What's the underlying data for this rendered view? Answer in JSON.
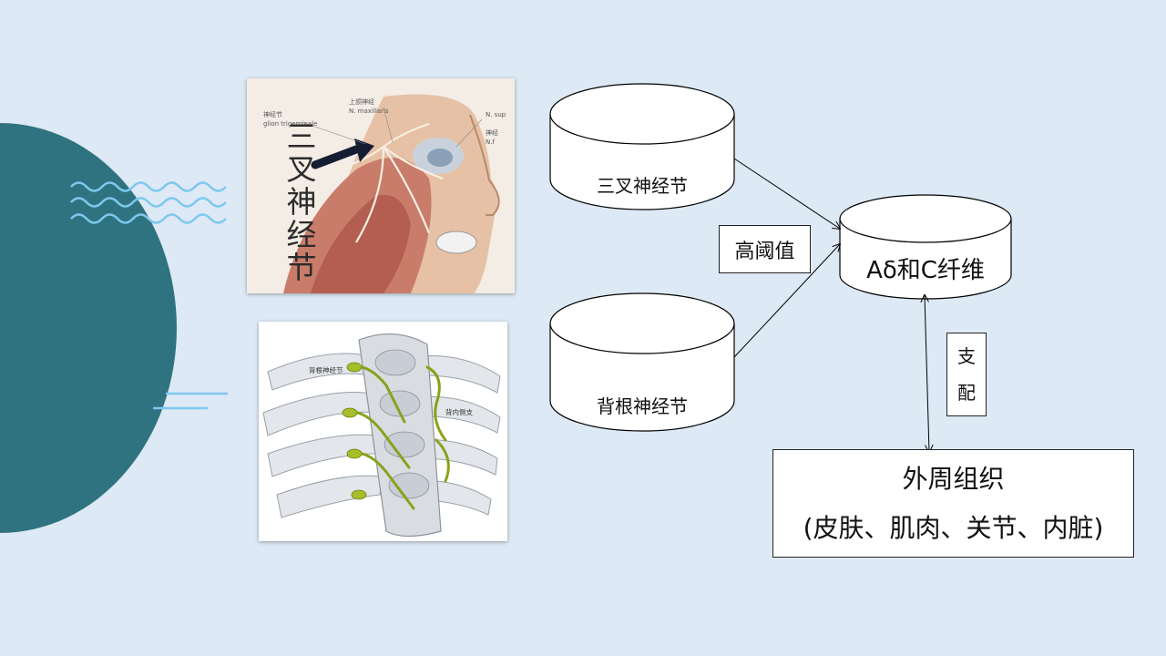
{
  "slide": {
    "colors": {
      "background": "#dde9f5",
      "teal_circle": "#2f7380",
      "wave_lines": "#7ec8ef"
    }
  },
  "images": {
    "trigeminal": {
      "title_chars": [
        "三",
        "叉",
        "神",
        "经",
        "节"
      ],
      "labels": [
        "上颌神经",
        "N. maxillaris",
        "神经节",
        "glion trigeminale",
        "N. sup",
        "神经",
        "N.f"
      ]
    },
    "spine": {
      "labels": [
        "背根神经节",
        "背内侧支"
      ]
    }
  },
  "diagram": {
    "nodes": {
      "trigeminal_ganglion": "三叉神经节",
      "dorsal_root_ganglion": "背根神经节",
      "fibers": "Aδ和C纤维"
    },
    "threshold_label": "高阈值",
    "innervation_chars": [
      "支",
      "配"
    ],
    "target": {
      "title": "外周组织",
      "subtitle": "(皮肤、肌肉、关节、内脏)"
    }
  }
}
